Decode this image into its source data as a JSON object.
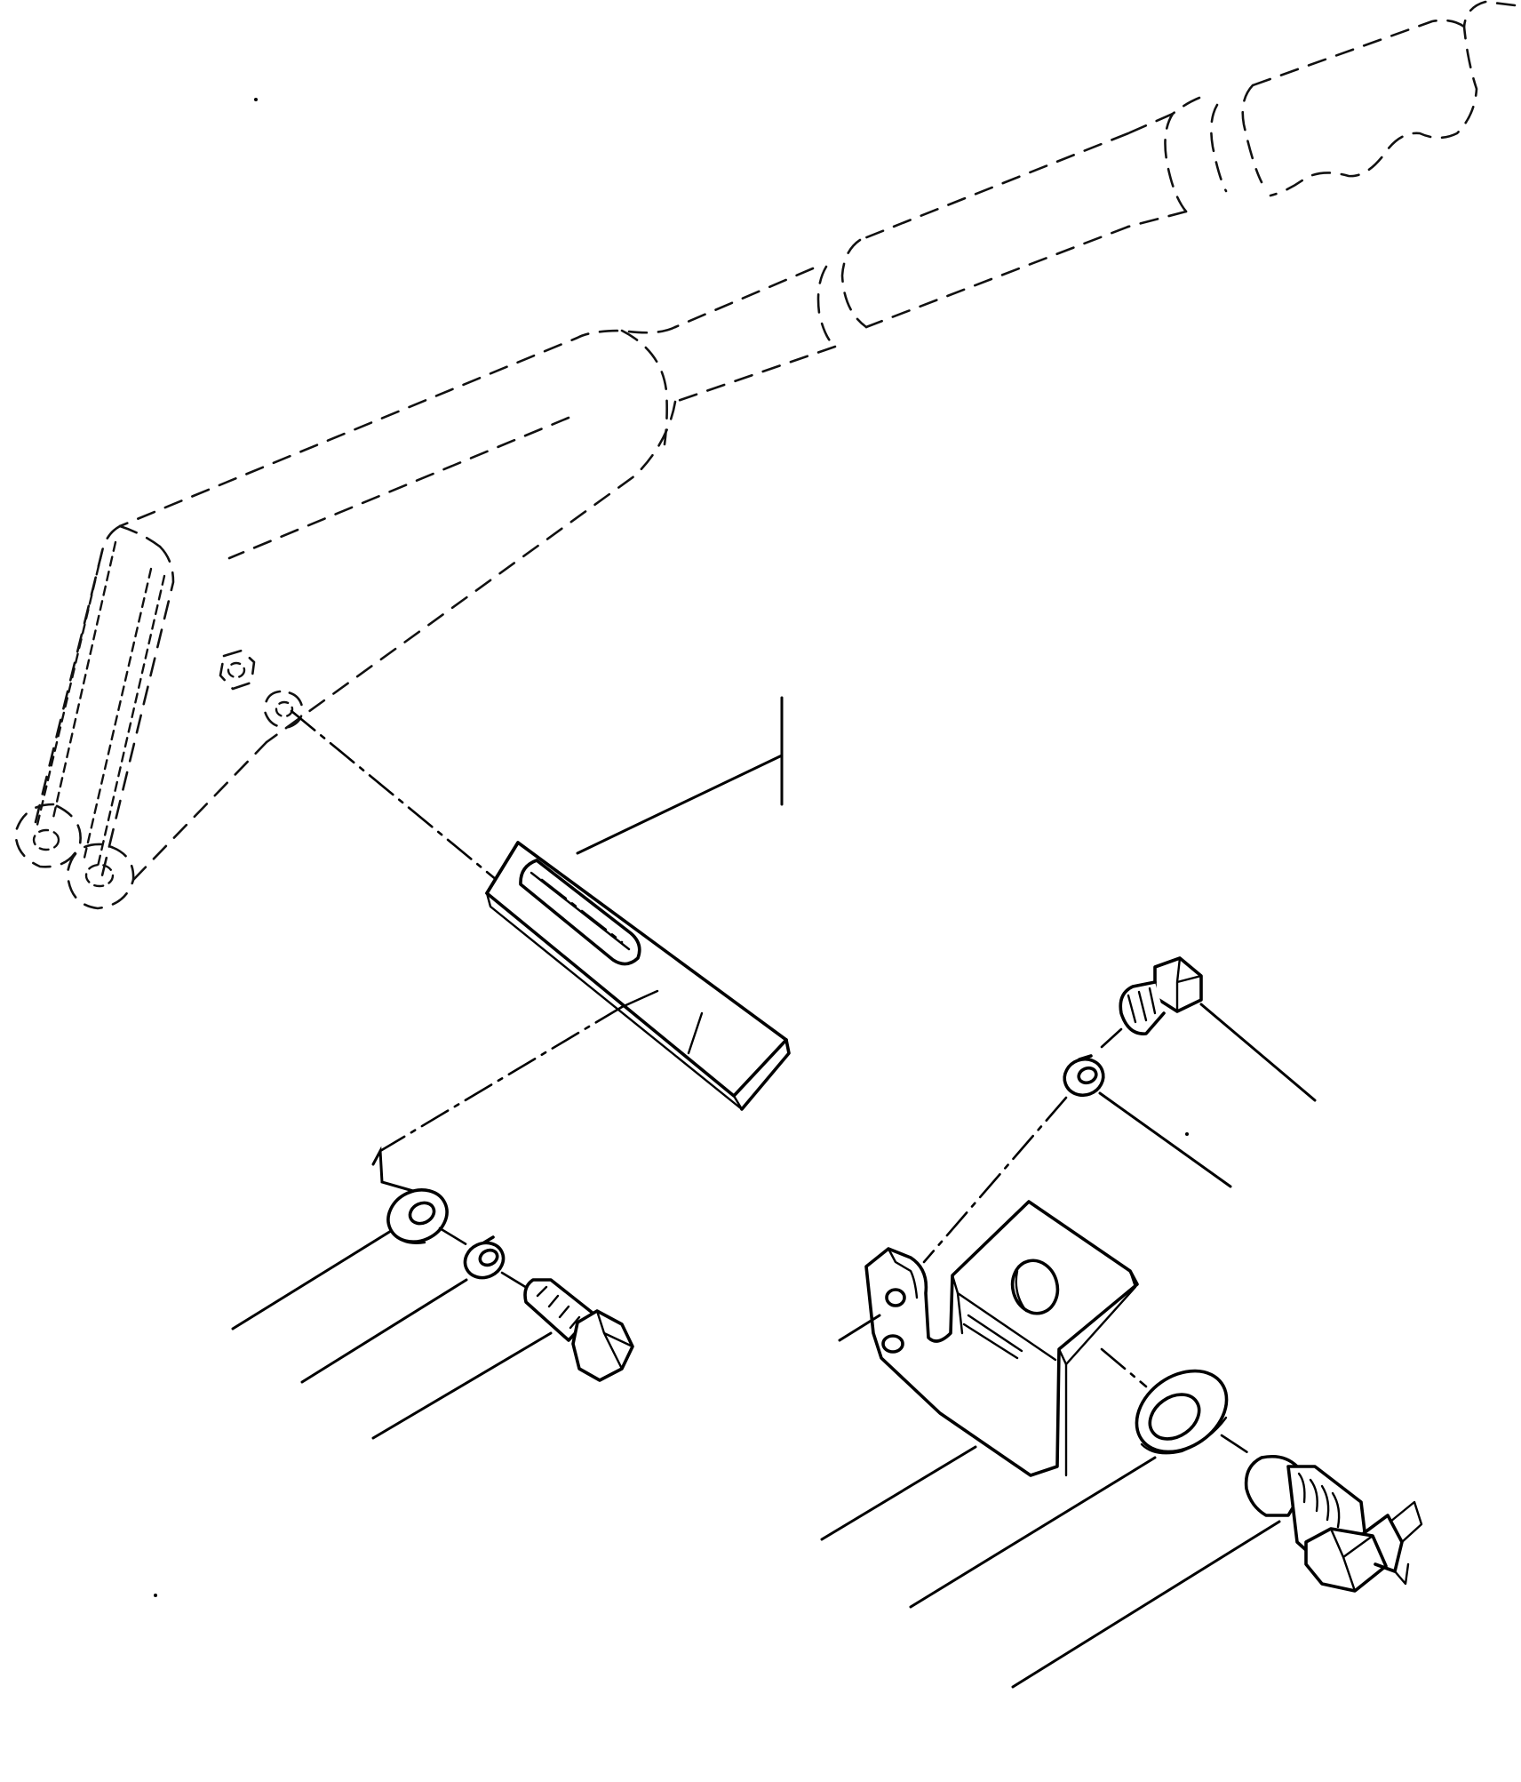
{
  "diagram": {
    "colors": {
      "ink": "#000000",
      "background": "#ffffff"
    },
    "parts": [
      {
        "id": "hand-lever",
        "style": "phantom"
      },
      {
        "id": "lever-nut",
        "style": "phantom"
      },
      {
        "id": "lever-lock-washer",
        "style": "phantom"
      },
      {
        "id": "switch-cam-plate",
        "style": "solid"
      },
      {
        "id": "flat-washer",
        "style": "solid"
      },
      {
        "id": "lock-washer",
        "style": "solid"
      },
      {
        "id": "hex-bolt",
        "style": "solid"
      },
      {
        "id": "bracket-bolt",
        "style": "solid"
      },
      {
        "id": "bracket-lock-washer",
        "style": "solid"
      },
      {
        "id": "switch-bracket",
        "style": "solid"
      },
      {
        "id": "switch-washer",
        "style": "solid"
      },
      {
        "id": "parking-brake-switch",
        "style": "solid"
      }
    ]
  }
}
